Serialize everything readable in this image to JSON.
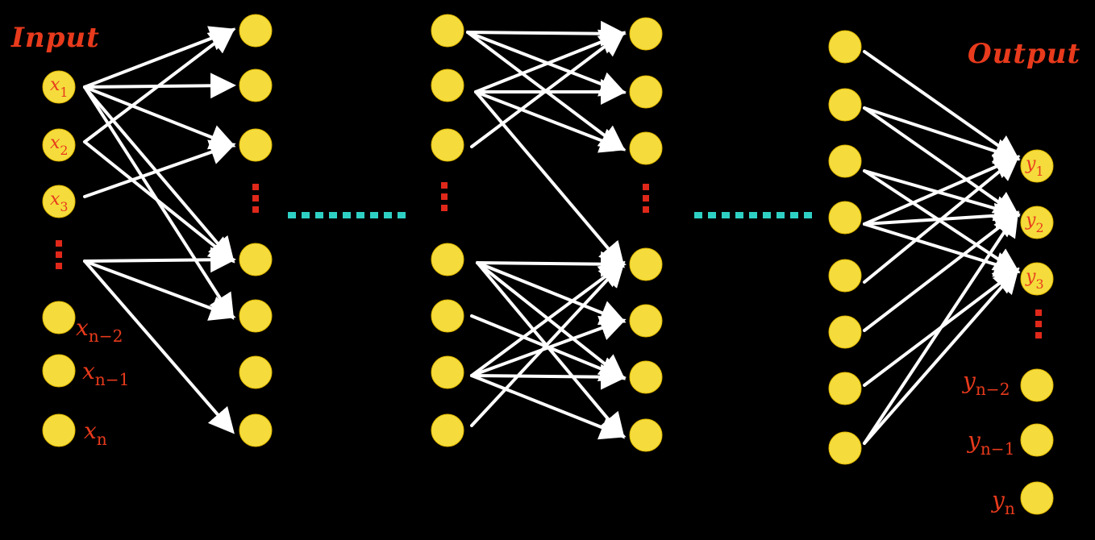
{
  "diagram": {
    "title_input": "Input",
    "title_output": "Output",
    "colors": {
      "background": "#000000",
      "node": "#f5dc3c",
      "node_stroke": "#e0b800",
      "edge": "#ffffff",
      "label": "#e83a1c",
      "vertical_dots": "#e0281a",
      "horizontal_dots": "#2fd0c4"
    },
    "input_labels": [
      {
        "base": "x",
        "sub": "1"
      },
      {
        "base": "x",
        "sub": "2"
      },
      {
        "base": "x",
        "sub": "3"
      },
      {
        "base": "x",
        "sub": "n−2"
      },
      {
        "base": "x",
        "sub": "n−1"
      },
      {
        "base": "x",
        "sub": "n"
      }
    ],
    "output_labels": [
      {
        "base": "y",
        "sub": "1"
      },
      {
        "base": "y",
        "sub": "2"
      },
      {
        "base": "y",
        "sub": "3"
      },
      {
        "base": "y",
        "sub": "n−2"
      },
      {
        "base": "y",
        "sub": "n−1"
      },
      {
        "base": "y",
        "sub": "n"
      }
    ]
  }
}
